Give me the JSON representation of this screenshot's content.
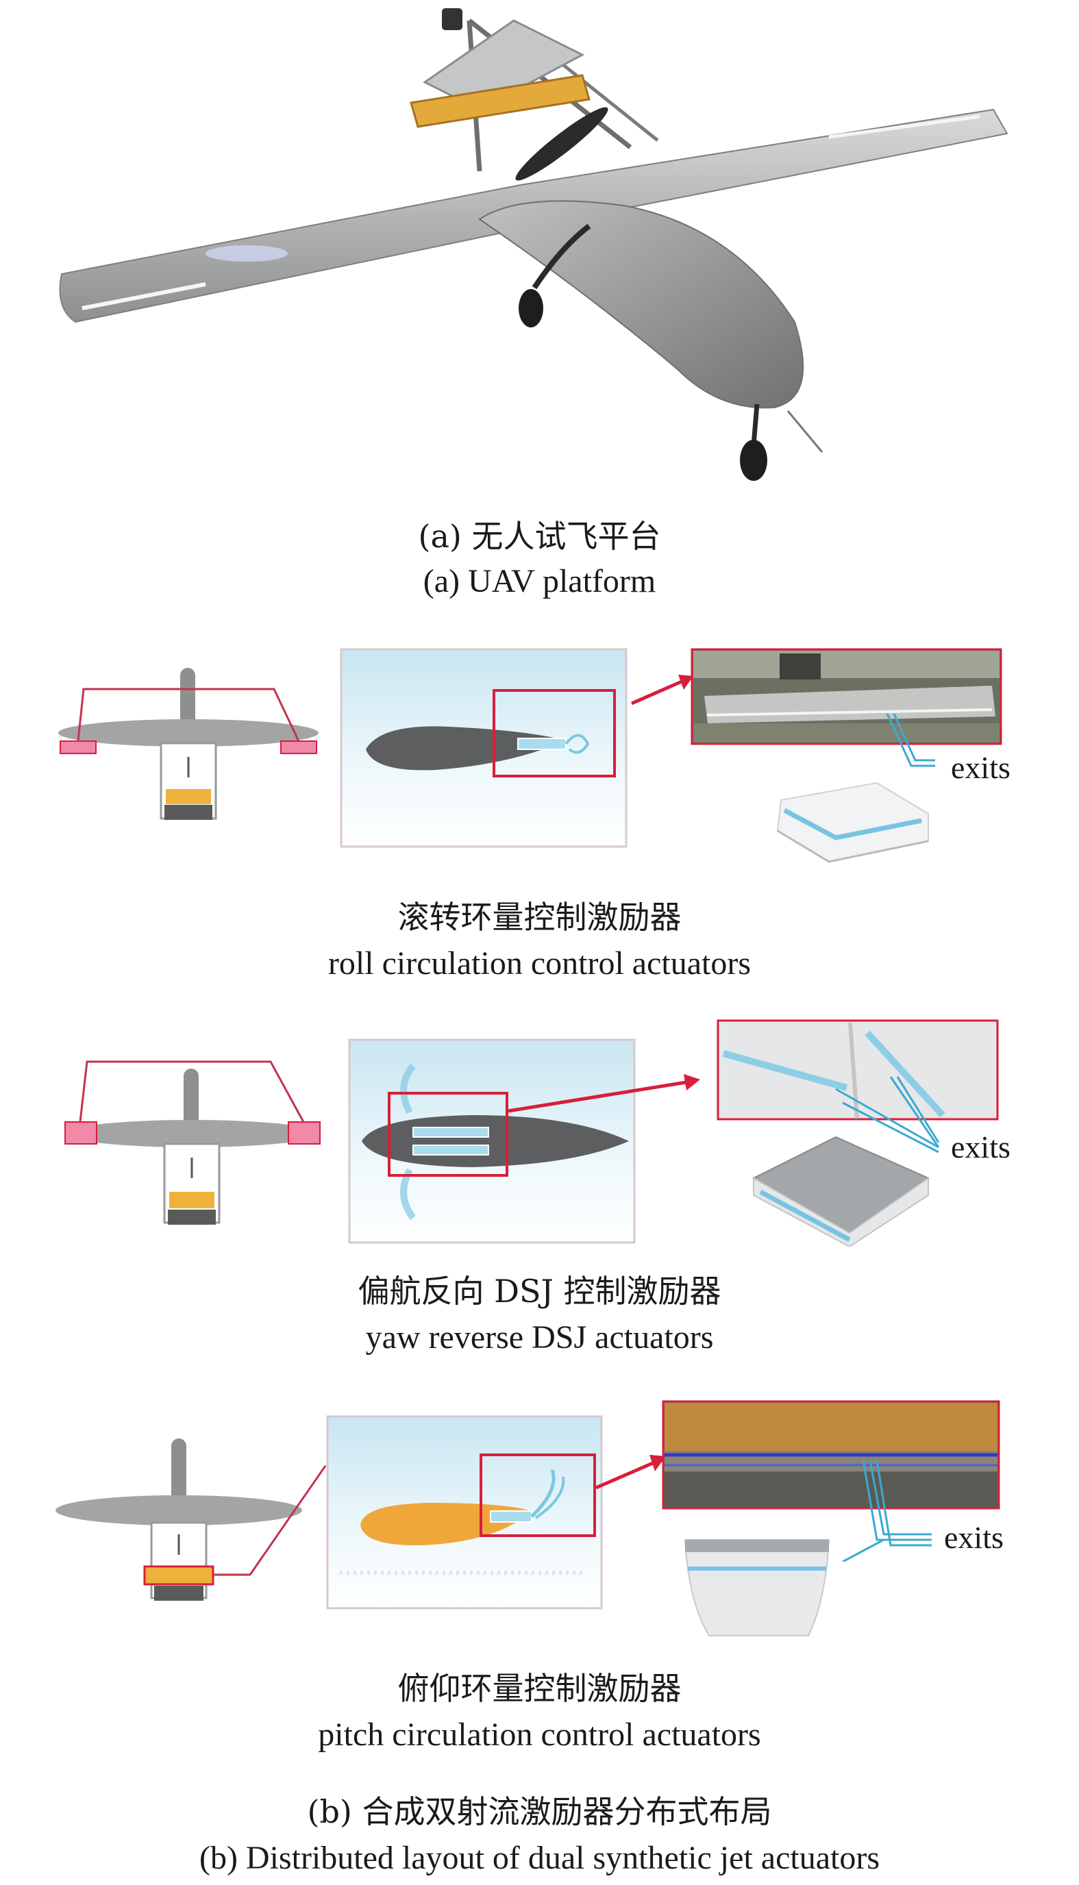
{
  "panel_a": {
    "caption_zh": "(a) 无人试飞平台",
    "caption_en": "(a) UAV platform"
  },
  "rows": [
    {
      "caption_zh": "滚转环量控制激励器",
      "caption_en": "roll circulation control actuators",
      "callout": "exits"
    },
    {
      "caption_zh": "偏航反向 DSJ 控制激励器",
      "caption_en": "yaw reverse DSJ actuators",
      "callout": "exits"
    },
    {
      "caption_zh": "俯仰环量控制激励器",
      "caption_en": "pitch circulation control actuators",
      "callout": "exits"
    }
  ],
  "panel_b": {
    "caption_zh": "(b) 合成双射流激励器分布式布局",
    "caption_en": "(b) Distributed layout of dual synthetic jet actuators"
  },
  "colors": {
    "highlight": "#d81e3a",
    "marker_fill": "#f08aa8",
    "fuselage_gray": "#9a9c9c",
    "airfoil_dark": "#5d5e60",
    "airfoil_orange": "#f0a73a",
    "jet_blue": "#8ecde6"
  }
}
